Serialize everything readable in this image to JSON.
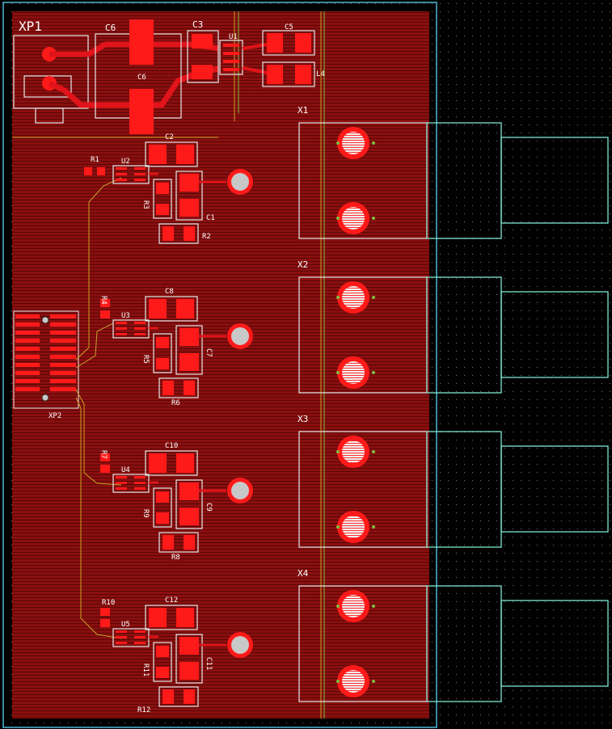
{
  "board": {
    "grid_dots": true,
    "colors": {
      "background": "#000000",
      "copper_pour": "#8a0f0f",
      "pad": "#ff1a1a",
      "trace": "#e0141a",
      "silkscreen": "#ffffff",
      "board_edge": "#4fb8d8",
      "connector_outline": "#7fe6d0",
      "guide_line": "#c9a227",
      "drill": "#c8c8c8"
    }
  },
  "labels": {
    "xp1": "XP1",
    "xp2": "XP2",
    "c3": "C3",
    "c5": "C5",
    "c6": "C6",
    "c6b": "C6",
    "u1": "U1",
    "l4": "L4",
    "x1": "X1",
    "x2": "X2",
    "x3": "X3",
    "x4": "X4",
    "ch1": {
      "r1": "R1",
      "u2": "U2",
      "c2": "C2",
      "r3": "R3",
      "c1": "C1",
      "r2": "R2"
    },
    "ch2": {
      "r4": "R4",
      "u3": "U3",
      "c8": "C8",
      "r5": "R5",
      "c7": "C7",
      "r6": "R6"
    },
    "ch3": {
      "r7": "R7",
      "u4": "U4",
      "c10": "C10",
      "r9": "R9",
      "c9": "C9",
      "r8": "R8"
    },
    "ch4": {
      "r10": "R10",
      "u5": "U5",
      "c12": "C12",
      "r11": "R11",
      "c11": "C11",
      "r12": "R12"
    }
  }
}
